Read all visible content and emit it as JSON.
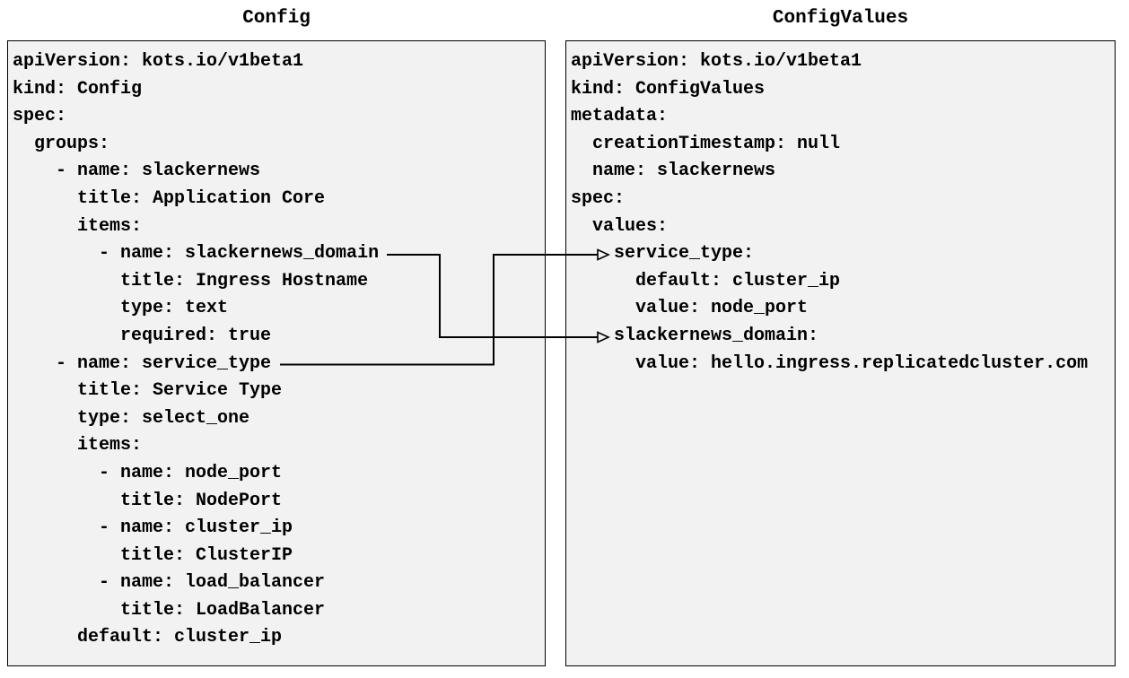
{
  "diagram": {
    "colors": {
      "panel_background": "#f2f2f2",
      "panel_border": "#000000",
      "text": "#000000",
      "connector": "#000000"
    },
    "left_panel": {
      "title": "Config",
      "lines": [
        "apiVersion: kots.io/v1beta1",
        "kind: Config",
        "spec:",
        "  groups:",
        "    - name: slackernews",
        "      title: Application Core",
        "      items:",
        "        - name: slackernews_domain",
        "          title: Ingress Hostname",
        "          type: text",
        "          required: true",
        "    - name: service_type",
        "      title: Service Type",
        "      type: select_one",
        "      items:",
        "        - name: node_port",
        "          title: NodePort",
        "        - name: cluster_ip",
        "          title: ClusterIP",
        "        - name: load_balancer",
        "          title: LoadBalancer",
        "      default: cluster_ip"
      ]
    },
    "right_panel": {
      "title": "ConfigValues",
      "lines": [
        "apiVersion: kots.io/v1beta1",
        "kind: ConfigValues",
        "metadata:",
        "  creationTimestamp: null",
        "  name: slackernews",
        "spec:",
        "  values:",
        "    service_type:",
        "      default: cluster_ip",
        "      value: node_port",
        "    slackernews_domain:",
        "      value: hello.ingress.replicatedcluster.com"
      ]
    },
    "connections": [
      {
        "from": "slackernews_domain",
        "to": "slackernews_domain"
      },
      {
        "from": "service_type",
        "to": "service_type"
      }
    ]
  }
}
